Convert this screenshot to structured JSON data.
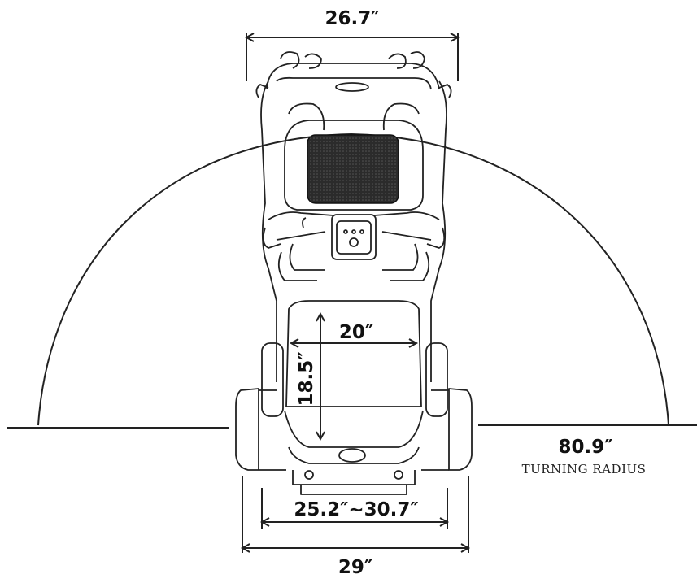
{
  "dimensions": {
    "overall_width": "26.7″",
    "seat_width": "20″",
    "seat_depth": "18.5″",
    "armrest_width": "25.2″~30.7″",
    "base_width": "29″",
    "turning_radius": "80.9″",
    "turning_radius_caption": "TURNING RADIUS"
  },
  "colors": {
    "line": "#222222",
    "seat_back": "#2b2b2b",
    "background": "#ffffff"
  }
}
